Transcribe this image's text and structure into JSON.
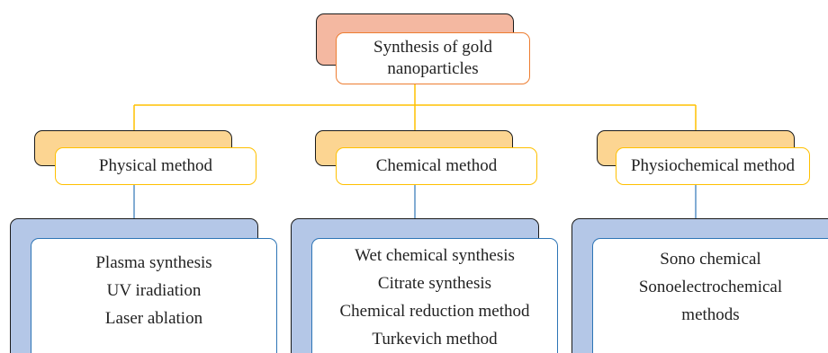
{
  "diagram": {
    "root": {
      "title": "Synthesis of gold nanoparticles"
    },
    "categories": [
      {
        "label": "Physical method",
        "items": [
          "Plasma synthesis",
          "UV iradiation",
          "Laser ablation"
        ]
      },
      {
        "label": "Chemical method",
        "items": [
          "Wet chemical synthesis",
          "Citrate synthesis",
          "Chemical reduction method",
          "Turkevich method"
        ]
      },
      {
        "label": "Physiochemical method",
        "items": [
          "Sono chemical",
          "Sonoelectrochemical",
          "methods"
        ]
      }
    ]
  },
  "colors": {
    "root_fill": "#f4b8a1",
    "root_border": "#ed7d31",
    "category_fill": "#fcd592",
    "category_border": "#ffc000",
    "connector_top": "#ffc000",
    "connector_bottom": "#2e75b6",
    "group_fill": "#b4c7e7",
    "group_border": "#2e75b6"
  }
}
